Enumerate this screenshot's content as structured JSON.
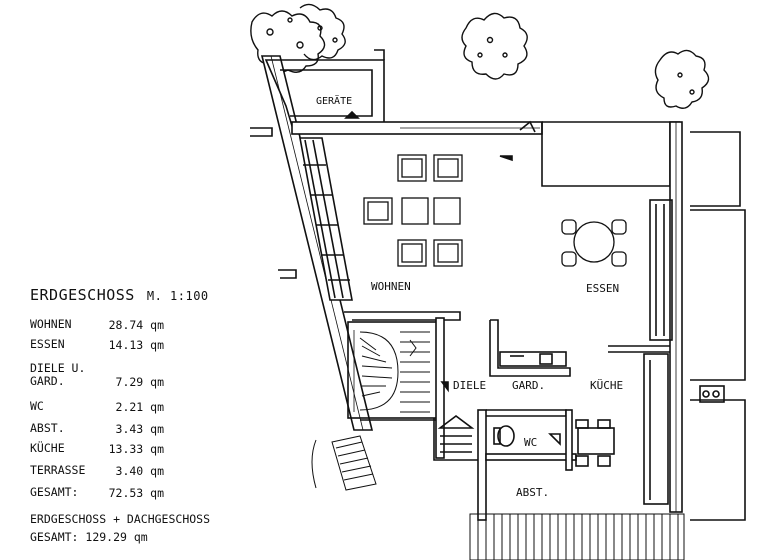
{
  "rooms": {
    "geraete": "GERÄTE",
    "wohnen": "WOHNEN",
    "essen": "ESSEN",
    "diele": "DIELE",
    "gard": "GARD.",
    "kueche": "KÜCHE",
    "wc": "WC",
    "abst": "ABST."
  },
  "legend": {
    "title": "ERDGESCHOSS",
    "scale": "M. 1:100",
    "rows": [
      {
        "label": "WOHNEN",
        "value": "28.74 qm"
      },
      {
        "label": "ESSEN",
        "value": "14.13 qm"
      },
      {
        "label": "DIELE U.\nGARD.",
        "value": "7.29 qm"
      },
      {
        "label": "WC",
        "value": "2.21 qm"
      },
      {
        "label": "ABST.",
        "value": "3.43 qm"
      },
      {
        "label": "KÜCHE",
        "value": "13.33 qm"
      },
      {
        "label": "TERRASSE",
        "value": "3.40 qm"
      },
      {
        "label": "GESAMT:",
        "value": "72.53 qm"
      }
    ],
    "combined_label": "ERDGESCHOSS + DACHGESCHOSS",
    "combined_total_label": "GESAMT:",
    "combined_total_value": "129.29 qm"
  }
}
